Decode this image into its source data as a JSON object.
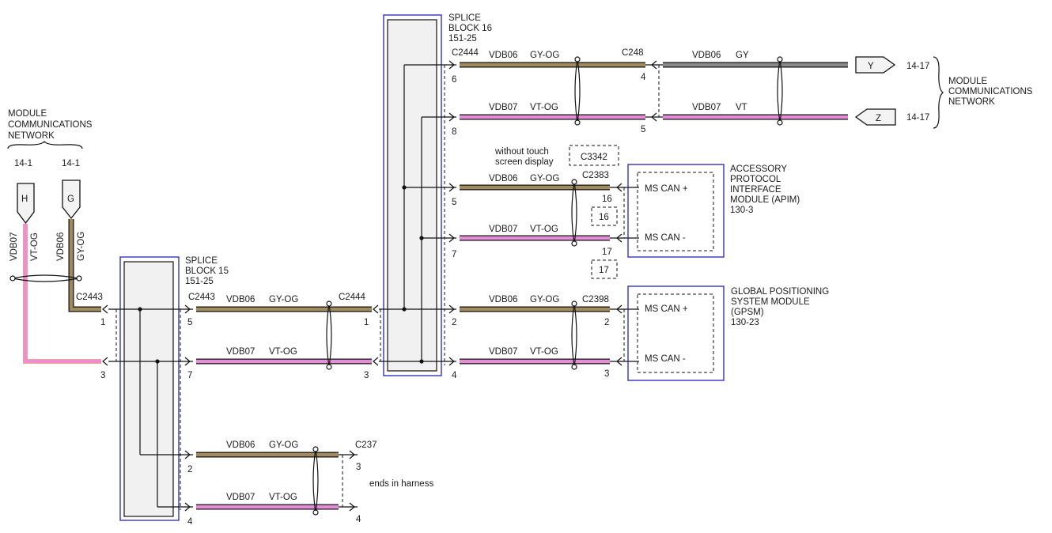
{
  "splice_blocks": {
    "sb15": {
      "title_line1": "SPLICE",
      "title_line2": "BLOCK 15",
      "ref": "151-25"
    },
    "sb16": {
      "title_line1": "SPLICE",
      "title_line2": "BLOCK 16",
      "ref": "151-25"
    }
  },
  "left_network": {
    "line1": "MODULE",
    "line2": "COMMUNICATIONS",
    "line3": "NETWORK",
    "ref_h": "14-1",
    "ref_g": "14-1",
    "tag_h": "H",
    "tag_g": "G",
    "wire_h_circuit": "VDB07",
    "wire_h_color": "VT-OG",
    "wire_g_circuit": "VDB06",
    "wire_g_color": "GY-OG"
  },
  "right_network": {
    "line1": "MODULE",
    "line2": "COMMUNICATIONS",
    "line3": "NETWORK",
    "ref_y": "14-17",
    "ref_z": "14-17",
    "tag_y": "Y",
    "tag_z": "Z"
  },
  "connectors": {
    "c2443_left": "C2443",
    "c2443_left_pin1": "1",
    "c2443_left_pin3": "3",
    "c2443_sb": "C2443",
    "c2443_sb_pin5": "5",
    "c2443_sb_pin7": "7",
    "c2444_a": "C2444",
    "c2444_a_pin1": "1",
    "c2444_a_pin3": "3",
    "c2444_b": "C2444",
    "c2444_b_pin6": "6",
    "c2444_b_pin8": "8",
    "c2444_b_pin5": "5",
    "c2444_b_pin7": "7",
    "c2444_b_pin2": "2",
    "c2444_b_pin4": "4",
    "c248": "C248",
    "c248_pin4": "4",
    "c248_pin5": "5",
    "c2383": "C2383",
    "c2383_pin16": "16",
    "c2383_pin17": "17",
    "c3342": "C3342",
    "c3342_pin16": "16",
    "c3342_pin17": "17",
    "c3342_note1": "without touch",
    "c3342_note2": "screen display",
    "c2398": "C2398",
    "c2398_pin2": "2",
    "c2398_pin3": "3",
    "sb15_pin2": "2",
    "sb15_pin4": "4",
    "c237": "C237",
    "c237_pin3": "3",
    "c237_pin4": "4",
    "c237_note": "ends in harness"
  },
  "wires": {
    "vdb06": "VDB06",
    "vdb07": "VDB07",
    "gy_og": "GY-OG",
    "vt_og": "VT-OG",
    "gy": "GY",
    "vt": "VT"
  },
  "modules": {
    "apim": {
      "line1": "ACCESSORY",
      "line2": "PROTOCOL",
      "line3": "INTERFACE",
      "line4": "MODULE (APIM)",
      "ref": "130-3",
      "pin_a": "MS CAN +",
      "pin_b": "MS CAN -"
    },
    "gpsm": {
      "line1": "GLOBAL POSITIONING",
      "line2": "SYSTEM MODULE",
      "line3": "(GPSM)",
      "ref": "130-23",
      "pin_a": "MS CAN +",
      "pin_b": "MS CAN -"
    }
  },
  "colors": {
    "gy_og": "#a08a5e",
    "vt_og": "#e58ed8",
    "gy": "#8a8a8a",
    "box_border": "#2222bb"
  }
}
